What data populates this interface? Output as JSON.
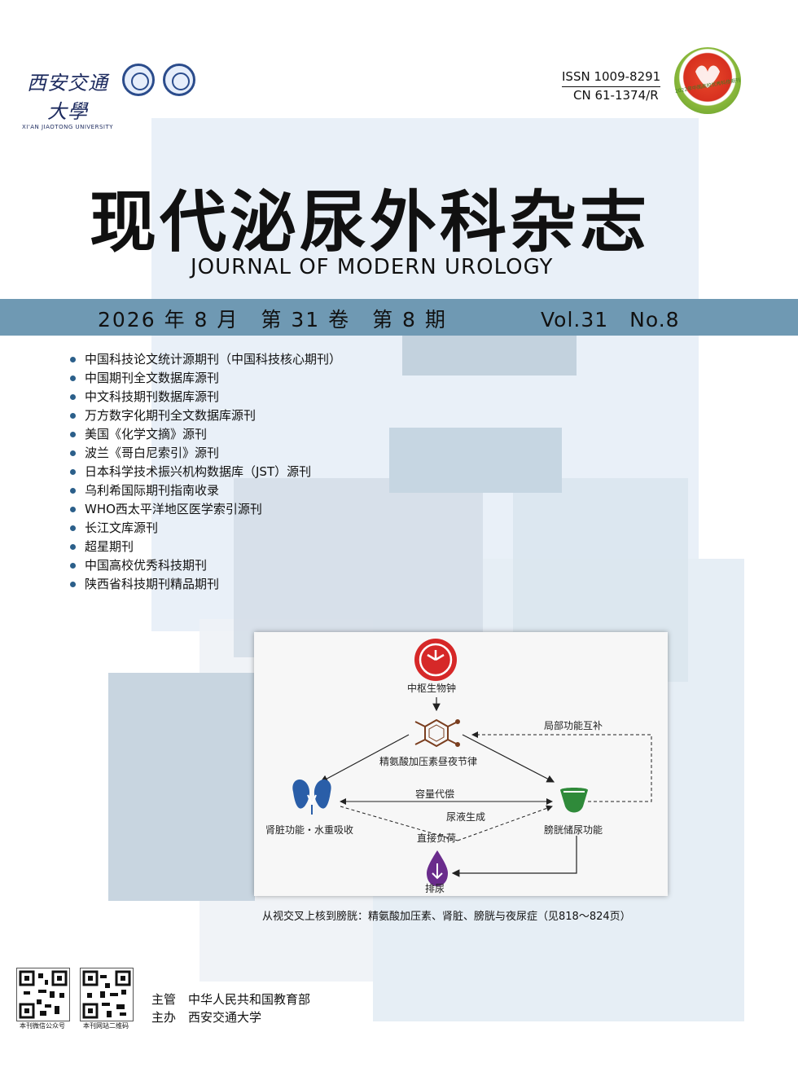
{
  "header": {
    "university_cn": "西安交通大學",
    "university_en": "XI'AN JIAOTONG UNIVERSITY",
    "issn": "ISSN 1009-8291",
    "cn": "CN 61-1374/R",
    "award_badge_text": "2022年中国高校优秀科技期刊"
  },
  "masthead": {
    "title_cn": "现代泌尿外科杂志",
    "title_en": "JOURNAL OF MODERN UROLOGY"
  },
  "issue_band": {
    "date_volume_cn": "2026 年 8 月　第 31 卷　第 8 期",
    "vol_no_en": "Vol.31　No.8"
  },
  "index_list": [
    "中国科技论文统计源期刊（中国科技核心期刊）",
    "中国期刊全文数据库源刊",
    "中文科技期刊数据库源刊",
    "万方数字化期刊全文数据库源刊",
    "美国《化学文摘》源刊",
    "波兰《哥白尼索引》源刊",
    "日本科学技术振兴机构数据库（JST）源刊",
    "乌利希国际期刊指南收录",
    "WHO西太平洋地区医学索引源刊",
    "长江文库源刊",
    "超星期刊",
    "中国高校优秀科技期刊",
    "陕西省科技期刊精品期刊"
  ],
  "diagram": {
    "clock_label": "中枢生物钟",
    "hormone_label": "精氨酸加压素昼夜节律",
    "local_comp_label": "局部功能互补",
    "capacity_label": "容量代偿",
    "urine_gen_label": "尿液生成",
    "direct_load_label": "直接负荷",
    "kidney_label": "肾脏功能・水重吸收",
    "bladder_label": "膀胱储尿功能",
    "void_label": "排尿",
    "colors": {
      "clock": "#d62828",
      "kidney": "#2a5ea8",
      "bladder": "#2f8a3a",
      "void": "#6a2c8c",
      "molecule": "#7a3e1f"
    }
  },
  "cover_caption": "从视交叉上核到膀胱：精氨酸加压素、肾脏、膀胱与夜尿症（见818～824页）",
  "footer": {
    "qr1_caption": "本刊微信公众号",
    "qr2_caption": "本刊网站二维码",
    "supervisor": "主管　中华人民共和国教育部",
    "sponsor": "主办　西安交通大学"
  }
}
